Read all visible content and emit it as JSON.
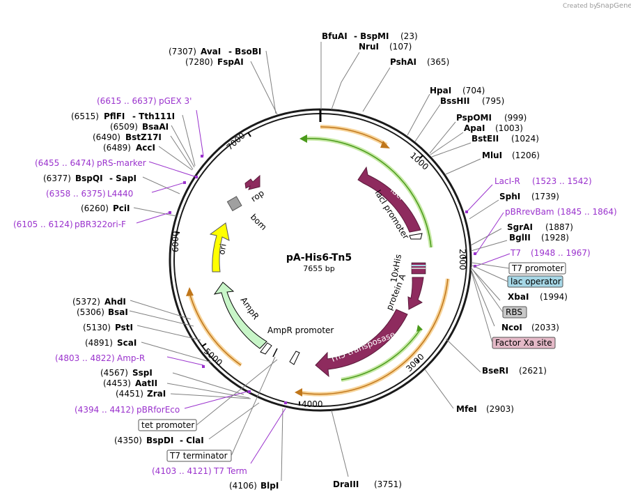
{
  "credit": {
    "prefix": "Created by",
    "brand": "SnapGene"
  },
  "plasmid": {
    "name": "pA-His6-Tn5",
    "size_label": "7655 bp"
  },
  "tick_labels": [
    "1000",
    "2000",
    "3000",
    "4000",
    "5000",
    "6000",
    "7000"
  ],
  "sites": [
    {
      "id": "bfuai",
      "pos": "",
      "name": "BfuAI",
      "name2": "BspMI",
      "pos2": "(23)"
    },
    {
      "id": "nrui",
      "pos": "",
      "name": "NruI",
      "pos2": "(107)"
    },
    {
      "id": "pshai",
      "pos": "",
      "name": "PshAI",
      "pos2": "(365)"
    },
    {
      "id": "hpai",
      "pos": "",
      "name": "HpaI",
      "pos2": "(704)"
    },
    {
      "id": "bsshii",
      "pos": "",
      "name": "BssHII",
      "pos2": "(795)"
    },
    {
      "id": "pspomi",
      "pos": "",
      "name": "PspOMI",
      "pos2": "(999)"
    },
    {
      "id": "apai",
      "pos": "",
      "name": "ApaI",
      "pos2": "(1003)"
    },
    {
      "id": "bsteii",
      "pos": "",
      "name": "BstEII",
      "pos2": "(1024)"
    },
    {
      "id": "mlui",
      "pos": "",
      "name": "MluI",
      "pos2": "(1206)"
    },
    {
      "id": "sphi",
      "pos": "",
      "name": "SphI",
      "pos2": "(1739)"
    },
    {
      "id": "sgrai",
      "pos": "",
      "name": "SgrAI",
      "pos2": "(1887)"
    },
    {
      "id": "bglii",
      "pos": "",
      "name": "BglII",
      "pos2": "(1928)"
    },
    {
      "id": "xbai",
      "pos": "",
      "name": "XbaI",
      "pos2": "(1994)"
    },
    {
      "id": "ncoi",
      "pos": "",
      "name": "NcoI",
      "pos2": "(2033)"
    },
    {
      "id": "bseri",
      "pos": "",
      "name": "BseRI",
      "pos2": "(2621)"
    },
    {
      "id": "mfei",
      "pos": "",
      "name": "MfeI",
      "pos2": "(2903)"
    },
    {
      "id": "draiii",
      "pos": "",
      "name": "DraIII",
      "pos2": "(3751)"
    },
    {
      "id": "blpi",
      "pos": "(4106)",
      "name": "BlpI",
      "pos2": ""
    },
    {
      "id": "bspdi",
      "pos": "(4350)",
      "name": "BspDI",
      "name2": "ClaI",
      "pos2": ""
    },
    {
      "id": "zrai",
      "pos": "(4451)",
      "name": "ZraI",
      "pos2": ""
    },
    {
      "id": "aatii",
      "pos": "(4453)",
      "name": "AatII",
      "pos2": ""
    },
    {
      "id": "sspi",
      "pos": "(4567)",
      "name": "SspI",
      "pos2": ""
    },
    {
      "id": "scai",
      "pos": "(4891)",
      "name": "ScaI",
      "pos2": ""
    },
    {
      "id": "psti",
      "pos": "(5130)",
      "name": "PstI",
      "pos2": ""
    },
    {
      "id": "bsai",
      "pos": "(5306)",
      "name": "BsaI",
      "pos2": ""
    },
    {
      "id": "ahdi",
      "pos": "(5372)",
      "name": "AhdI",
      "pos2": ""
    },
    {
      "id": "pcii",
      "pos": "(6260)",
      "name": "PciI",
      "pos2": ""
    },
    {
      "id": "bspqi",
      "pos": "(6377)",
      "name": "BspQI",
      "name2": "SapI",
      "pos2": ""
    },
    {
      "id": "acci",
      "pos": "(6489)",
      "name": "AccI",
      "pos2": ""
    },
    {
      "id": "bstz17i",
      "pos": "(6490)",
      "name": "BstZ17I",
      "pos2": ""
    },
    {
      "id": "bsaai",
      "pos": "(6509)",
      "name": "BsaAI",
      "pos2": ""
    },
    {
      "id": "pflfi",
      "pos": "(6515)",
      "name": "PflFI",
      "name2": "Tth111I",
      "pos2": ""
    },
    {
      "id": "fspai",
      "pos": "(7280)",
      "name": "FspAI",
      "pos2": ""
    },
    {
      "id": "avai",
      "pos": "(7307)",
      "name": "AvaI",
      "name2": "BsoBI",
      "pos2": ""
    }
  ],
  "primers": [
    {
      "id": "laci-r",
      "name": "LacI-R",
      "range": "(1523 .. 1542)"
    },
    {
      "id": "pbrrevbam",
      "name": "pBRrevBam",
      "range": "(1845 .. 1864)"
    },
    {
      "id": "t7",
      "name": "T7",
      "range": "(1948 .. 1967)"
    },
    {
      "id": "amp-r",
      "name": "Amp-R",
      "range": "(4803 .. 4822)"
    },
    {
      "id": "pbrforeco",
      "name": "pBRforEco",
      "range": "(4394 .. 4412)"
    },
    {
      "id": "t7-term",
      "name": "T7 Term",
      "range": "(4103 .. 4121)"
    },
    {
      "id": "pbr322ori-f",
      "name": "pBR322ori-F",
      "range": "(6105 .. 6124)"
    },
    {
      "id": "l4440",
      "name": "L4440",
      "range": "(6358 .. 6375)"
    },
    {
      "id": "prs-marker",
      "name": "pRS-marker",
      "range": "(6455 .. 6474)"
    },
    {
      "id": "pgex3",
      "name": "pGEX 3'",
      "range": "(6615 .. 6637)"
    }
  ],
  "boxed_features": [
    {
      "id": "t7-promoter",
      "label": "T7 promoter",
      "fill": "#ffffff"
    },
    {
      "id": "lac-operator",
      "label": "lac operator",
      "fill": "#a6d7e6"
    },
    {
      "id": "rbs",
      "label": "RBS",
      "fill": "#c8c8c8"
    },
    {
      "id": "factor-xa",
      "label": "Factor Xa site",
      "fill": "#e4b9c7"
    },
    {
      "id": "tet-promoter",
      "label": "tet promoter",
      "fill": "#ffffff"
    },
    {
      "id": "t7-terminator",
      "label": "T7 terminator",
      "fill": "#ffffff"
    }
  ],
  "features": {
    "laci": "lacI",
    "laci_promoter": "lacI promoter",
    "his": "10xHis",
    "protein_a": "protein A",
    "tn5": "Tn5 transposase",
    "ampr": "AmpR",
    "ampr_promoter": "AmpR promoter",
    "ori": "ori",
    "rop": "rop",
    "bom": "bom"
  },
  "colors": {
    "maroon": "#8e2b5e",
    "green_orf": "#7bc242",
    "orange_orf": "#e8a33d",
    "ori_yellow": "#ffff00",
    "ampr_green": "#c8f5c8",
    "primer_purple": "#9a32cd",
    "bom_gray": "#a0a0a0"
  }
}
